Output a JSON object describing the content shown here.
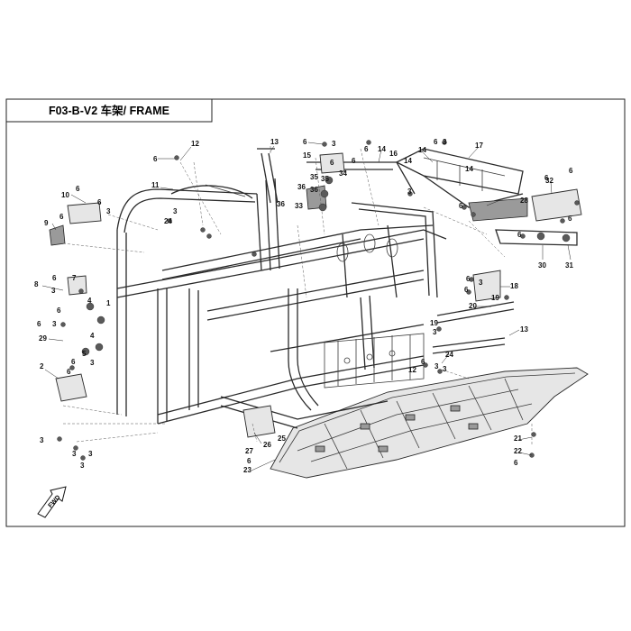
{
  "header": {
    "title": "F03-B-V2 车架/ FRAME"
  },
  "diagram": {
    "fwd_label": "FWD",
    "callouts": [
      "1",
      "2",
      "3",
      "4",
      "5",
      "6",
      "7",
      "8",
      "9",
      "10",
      "11",
      "12",
      "13",
      "14",
      "15",
      "16",
      "17",
      "18",
      "19",
      "20",
      "21",
      "22",
      "23",
      "24",
      "25",
      "26",
      "27",
      "28",
      "29",
      "30",
      "31",
      "32",
      "33",
      "34",
      "35",
      "36"
    ]
  }
}
